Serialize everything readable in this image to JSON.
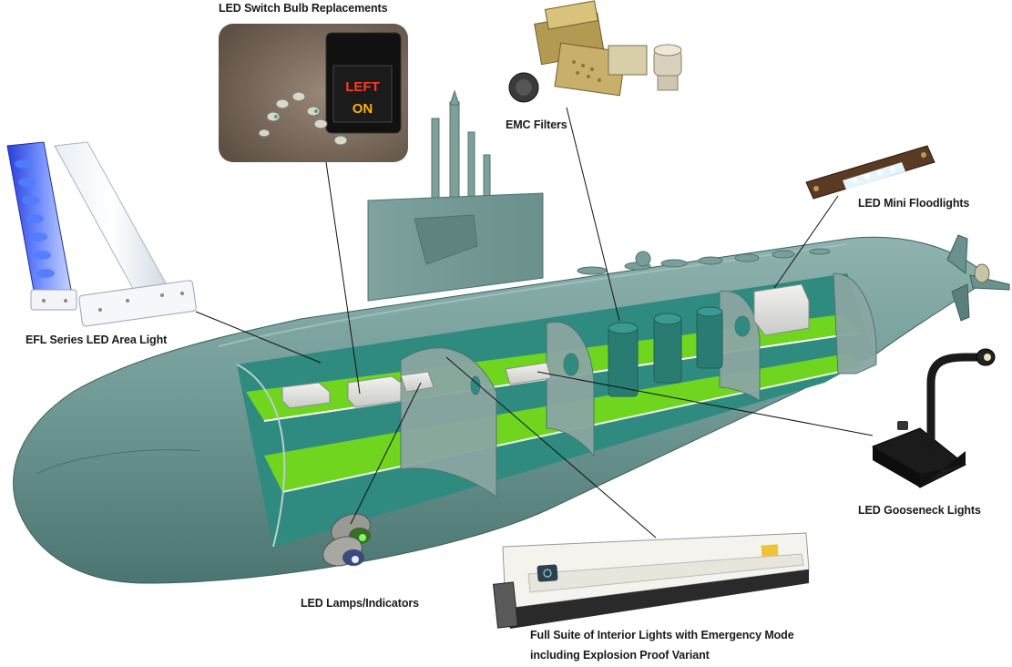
{
  "labels": {
    "switch_bulbs": "LED Switch Bulb Replacements",
    "emc_filters": "EMC Filters",
    "mini_floodlights": "LED Mini Floodlights",
    "efl_area_light": "EFL Series LED Area Light",
    "gooseneck": "LED Gooseneck Lights",
    "lamps_indicators": "LED Lamps/Indicators",
    "interior_line1": "Full Suite of Interior Lights with Emergency Mode",
    "interior_line2": "including Explosion Proof Variant"
  },
  "switch_photo": {
    "text_top": "LEFT",
    "text_bottom": "ON"
  },
  "colors": {
    "hull": "#6f9894",
    "hull_dark": "#4e7a76",
    "deck_green": "#6fd51f",
    "interior_teal": "#2f8a80",
    "leader": "#111111"
  }
}
